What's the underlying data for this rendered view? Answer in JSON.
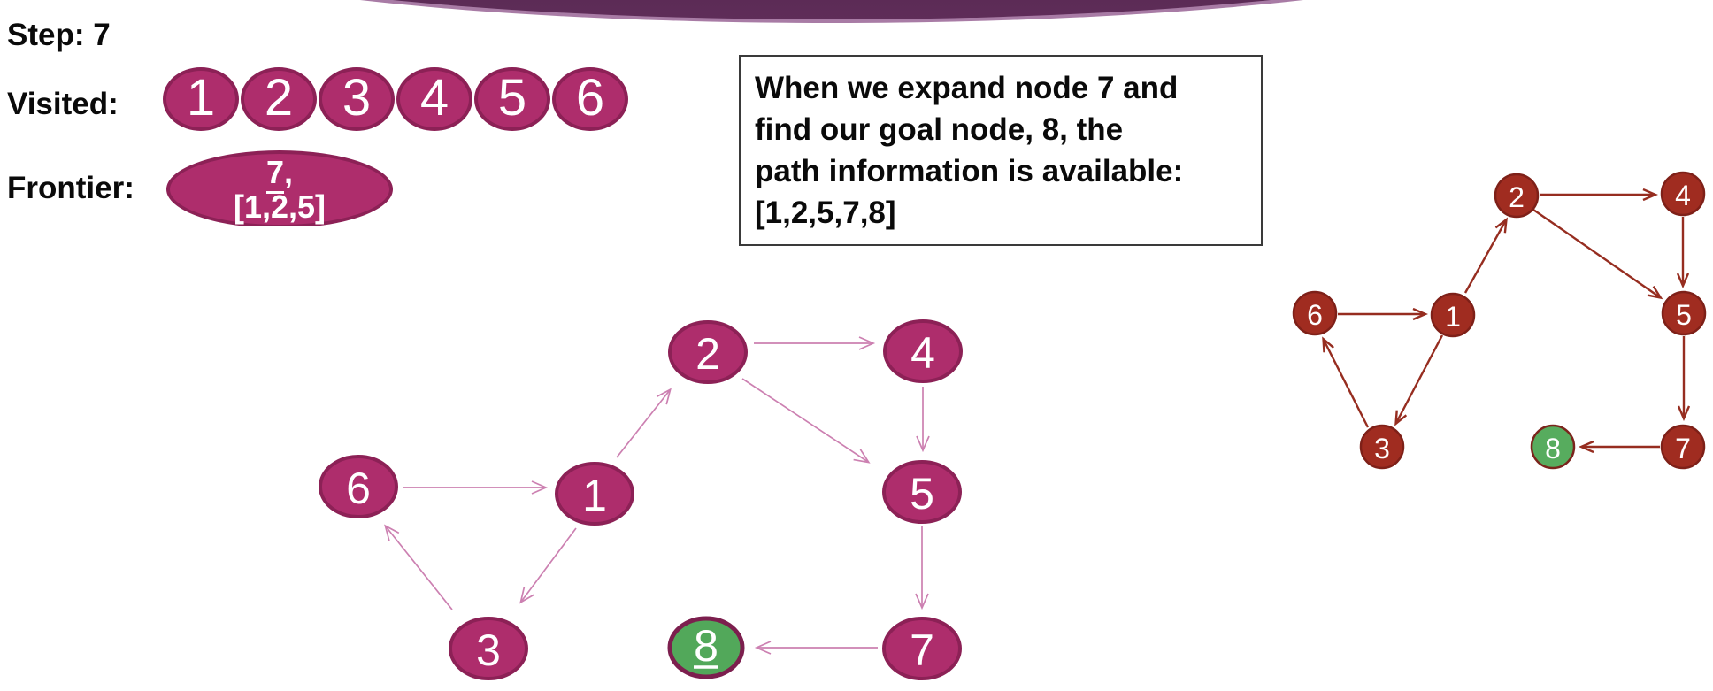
{
  "slide": {
    "step_label": "Step: 7",
    "visited_label": "Visited:",
    "frontier_label": "Frontier:",
    "visited_nodes": [
      "1",
      "2",
      "3",
      "4",
      "5",
      "6"
    ],
    "frontier": {
      "head": "7",
      "head_suffix": ",",
      "list": "[1,2,5]"
    },
    "info_box": {
      "lines": [
        "When we expand node 7 and",
        "find our goal node, 8, the",
        "path information is available:",
        "[1,2,5,7,8]"
      ]
    }
  },
  "center_graph": {
    "goal_node": "8",
    "nodes": [
      {
        "id": "1",
        "label": "1"
      },
      {
        "id": "2",
        "label": "2"
      },
      {
        "id": "3",
        "label": "3"
      },
      {
        "id": "4",
        "label": "4"
      },
      {
        "id": "5",
        "label": "5"
      },
      {
        "id": "6",
        "label": "6"
      },
      {
        "id": "7",
        "label": "7"
      },
      {
        "id": "8",
        "label": "8"
      }
    ],
    "edges": [
      "6→1",
      "1→2",
      "2→4",
      "2→5",
      "4→5",
      "5→7",
      "7→8",
      "1→3",
      "3→6"
    ]
  },
  "right_graph": {
    "goal_node": "8",
    "nodes": [
      {
        "id": "1",
        "label": "1"
      },
      {
        "id": "2",
        "label": "2"
      },
      {
        "id": "3",
        "label": "3"
      },
      {
        "id": "4",
        "label": "4"
      },
      {
        "id": "5",
        "label": "5"
      },
      {
        "id": "6",
        "label": "6"
      },
      {
        "id": "7",
        "label": "7"
      },
      {
        "id": "8",
        "label": "8"
      }
    ],
    "edges": [
      "6→1",
      "1→2",
      "2→4",
      "2→5",
      "4→5",
      "5→7",
      "7→8",
      "1→3",
      "3→6"
    ]
  },
  "colors": {
    "visited_node_fill": "#AE2D6C",
    "visited_node_border": "#8C2156",
    "center_edge_pink": "#CC80B1",
    "goal_fill_center": "#52A85A",
    "goal_border_center": "#7C1F4E",
    "small_node_fill": "#A02C20",
    "small_node_border": "#7E2018",
    "small_edge_red": "#962D20",
    "small_goal_fill": "#57AC5E",
    "small_goal_border": "#7B241C",
    "banner_purple": "#54264F",
    "banner_rim": "#A87BA5"
  }
}
